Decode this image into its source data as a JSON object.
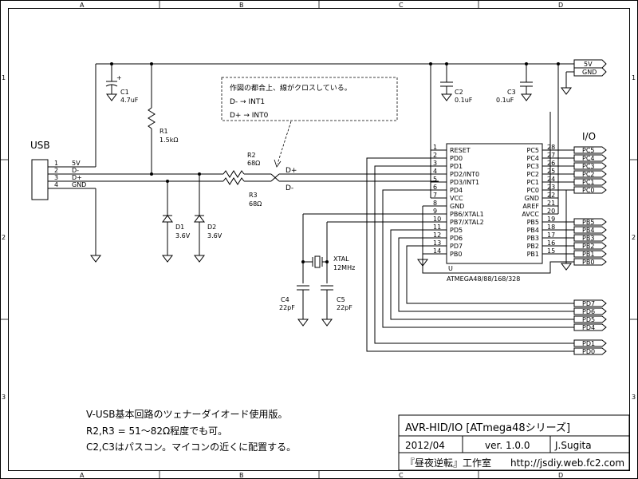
{
  "border": {
    "columns": [
      "A",
      "B",
      "C",
      "D"
    ],
    "rows": [
      "1",
      "2",
      "3"
    ]
  },
  "usb": {
    "title": "USB",
    "pins": [
      {
        "num": "1",
        "name": "5V"
      },
      {
        "num": "2",
        "name": "D-"
      },
      {
        "num": "3",
        "name": "D+"
      },
      {
        "num": "4",
        "name": "GND"
      }
    ]
  },
  "components": {
    "c1": {
      "ref": "C1",
      "value": "4.7uF",
      "polarity": "+"
    },
    "r1": {
      "ref": "R1",
      "value": "1.5kΩ"
    },
    "r2": {
      "ref": "R2",
      "value": "68Ω"
    },
    "r3": {
      "ref": "R3",
      "value": "68Ω"
    },
    "d1": {
      "ref": "D1",
      "value": "3.6V"
    },
    "d2": {
      "ref": "D2",
      "value": "3.6V"
    },
    "c2": {
      "ref": "C2",
      "value": "0.1uF"
    },
    "c3": {
      "ref": "C3",
      "value": "0.1uF"
    },
    "c4": {
      "ref": "C4",
      "value": "22pF"
    },
    "c5": {
      "ref": "C5",
      "value": "22pF"
    },
    "xtal": {
      "ref": "XTAL",
      "value": "12MHz"
    }
  },
  "note_box": {
    "line1": "作図の都合上、線がクロスしている。",
    "line2": "D- → INT1",
    "line3": "D+ → INT0"
  },
  "net_labels": {
    "dplus": "D+",
    "dminus": "D-"
  },
  "power_ports": {
    "vcc": "5V",
    "gnd": "GND"
  },
  "mcu": {
    "ref": "U",
    "part": "ATMEGA48/88/168/328",
    "left_pins": [
      {
        "num": "1",
        "name": "RESET"
      },
      {
        "num": "2",
        "name": "PD0"
      },
      {
        "num": "3",
        "name": "PD1"
      },
      {
        "num": "4",
        "name": "PD2/INT0"
      },
      {
        "num": "5",
        "name": "PD3/INT1"
      },
      {
        "num": "6",
        "name": "PD4"
      },
      {
        "num": "7",
        "name": "VCC"
      },
      {
        "num": "8",
        "name": "GND"
      },
      {
        "num": "9",
        "name": "PB6/XTAL1"
      },
      {
        "num": "10",
        "name": "PB7/XTAL2"
      },
      {
        "num": "11",
        "name": "PD5"
      },
      {
        "num": "12",
        "name": "PD6"
      },
      {
        "num": "13",
        "name": "PD7"
      },
      {
        "num": "14",
        "name": "PB0"
      }
    ],
    "right_pins": [
      {
        "num": "28",
        "name": "PC5"
      },
      {
        "num": "27",
        "name": "PC4"
      },
      {
        "num": "26",
        "name": "PC3"
      },
      {
        "num": "25",
        "name": "PC2"
      },
      {
        "num": "24",
        "name": "PC1"
      },
      {
        "num": "23",
        "name": "PC0"
      },
      {
        "num": "22",
        "name": "GND"
      },
      {
        "num": "21",
        "name": "AREF"
      },
      {
        "num": "20",
        "name": "AVCC"
      },
      {
        "num": "19",
        "name": "PB5"
      },
      {
        "num": "18",
        "name": "PB4"
      },
      {
        "num": "17",
        "name": "PB3"
      },
      {
        "num": "16",
        "name": "PB2"
      },
      {
        "num": "15",
        "name": "PB1"
      }
    ]
  },
  "io": {
    "title": "I/O",
    "ports_c": [
      "PC5",
      "PC4",
      "PC3",
      "PC2",
      "PC1",
      "PC0"
    ],
    "ports_b": [
      "PB5",
      "PB4",
      "PB3",
      "PB2",
      "PB1",
      "PB0"
    ],
    "ports_d_hi": [
      "PD7",
      "PD6",
      "PD5",
      "PD4"
    ],
    "ports_d_lo": [
      "PD1",
      "PD0"
    ]
  },
  "notes": {
    "line1": "V-USB基本回路のツェナーダイオード使用版。",
    "line2": "R2,R3 = 51～82Ω程度でも可。",
    "line3": "C2,C3はパスコン。マイコンの近くに配置する。"
  },
  "title_block": {
    "title": "AVR-HID/IO [ATmega48シリーズ]",
    "date": "2012/04",
    "version": "ver. 1.0.0",
    "author": "J.Sugita",
    "org": "『昼夜逆転』工作室",
    "url": "http://jsdiy.web.fc2.com"
  }
}
